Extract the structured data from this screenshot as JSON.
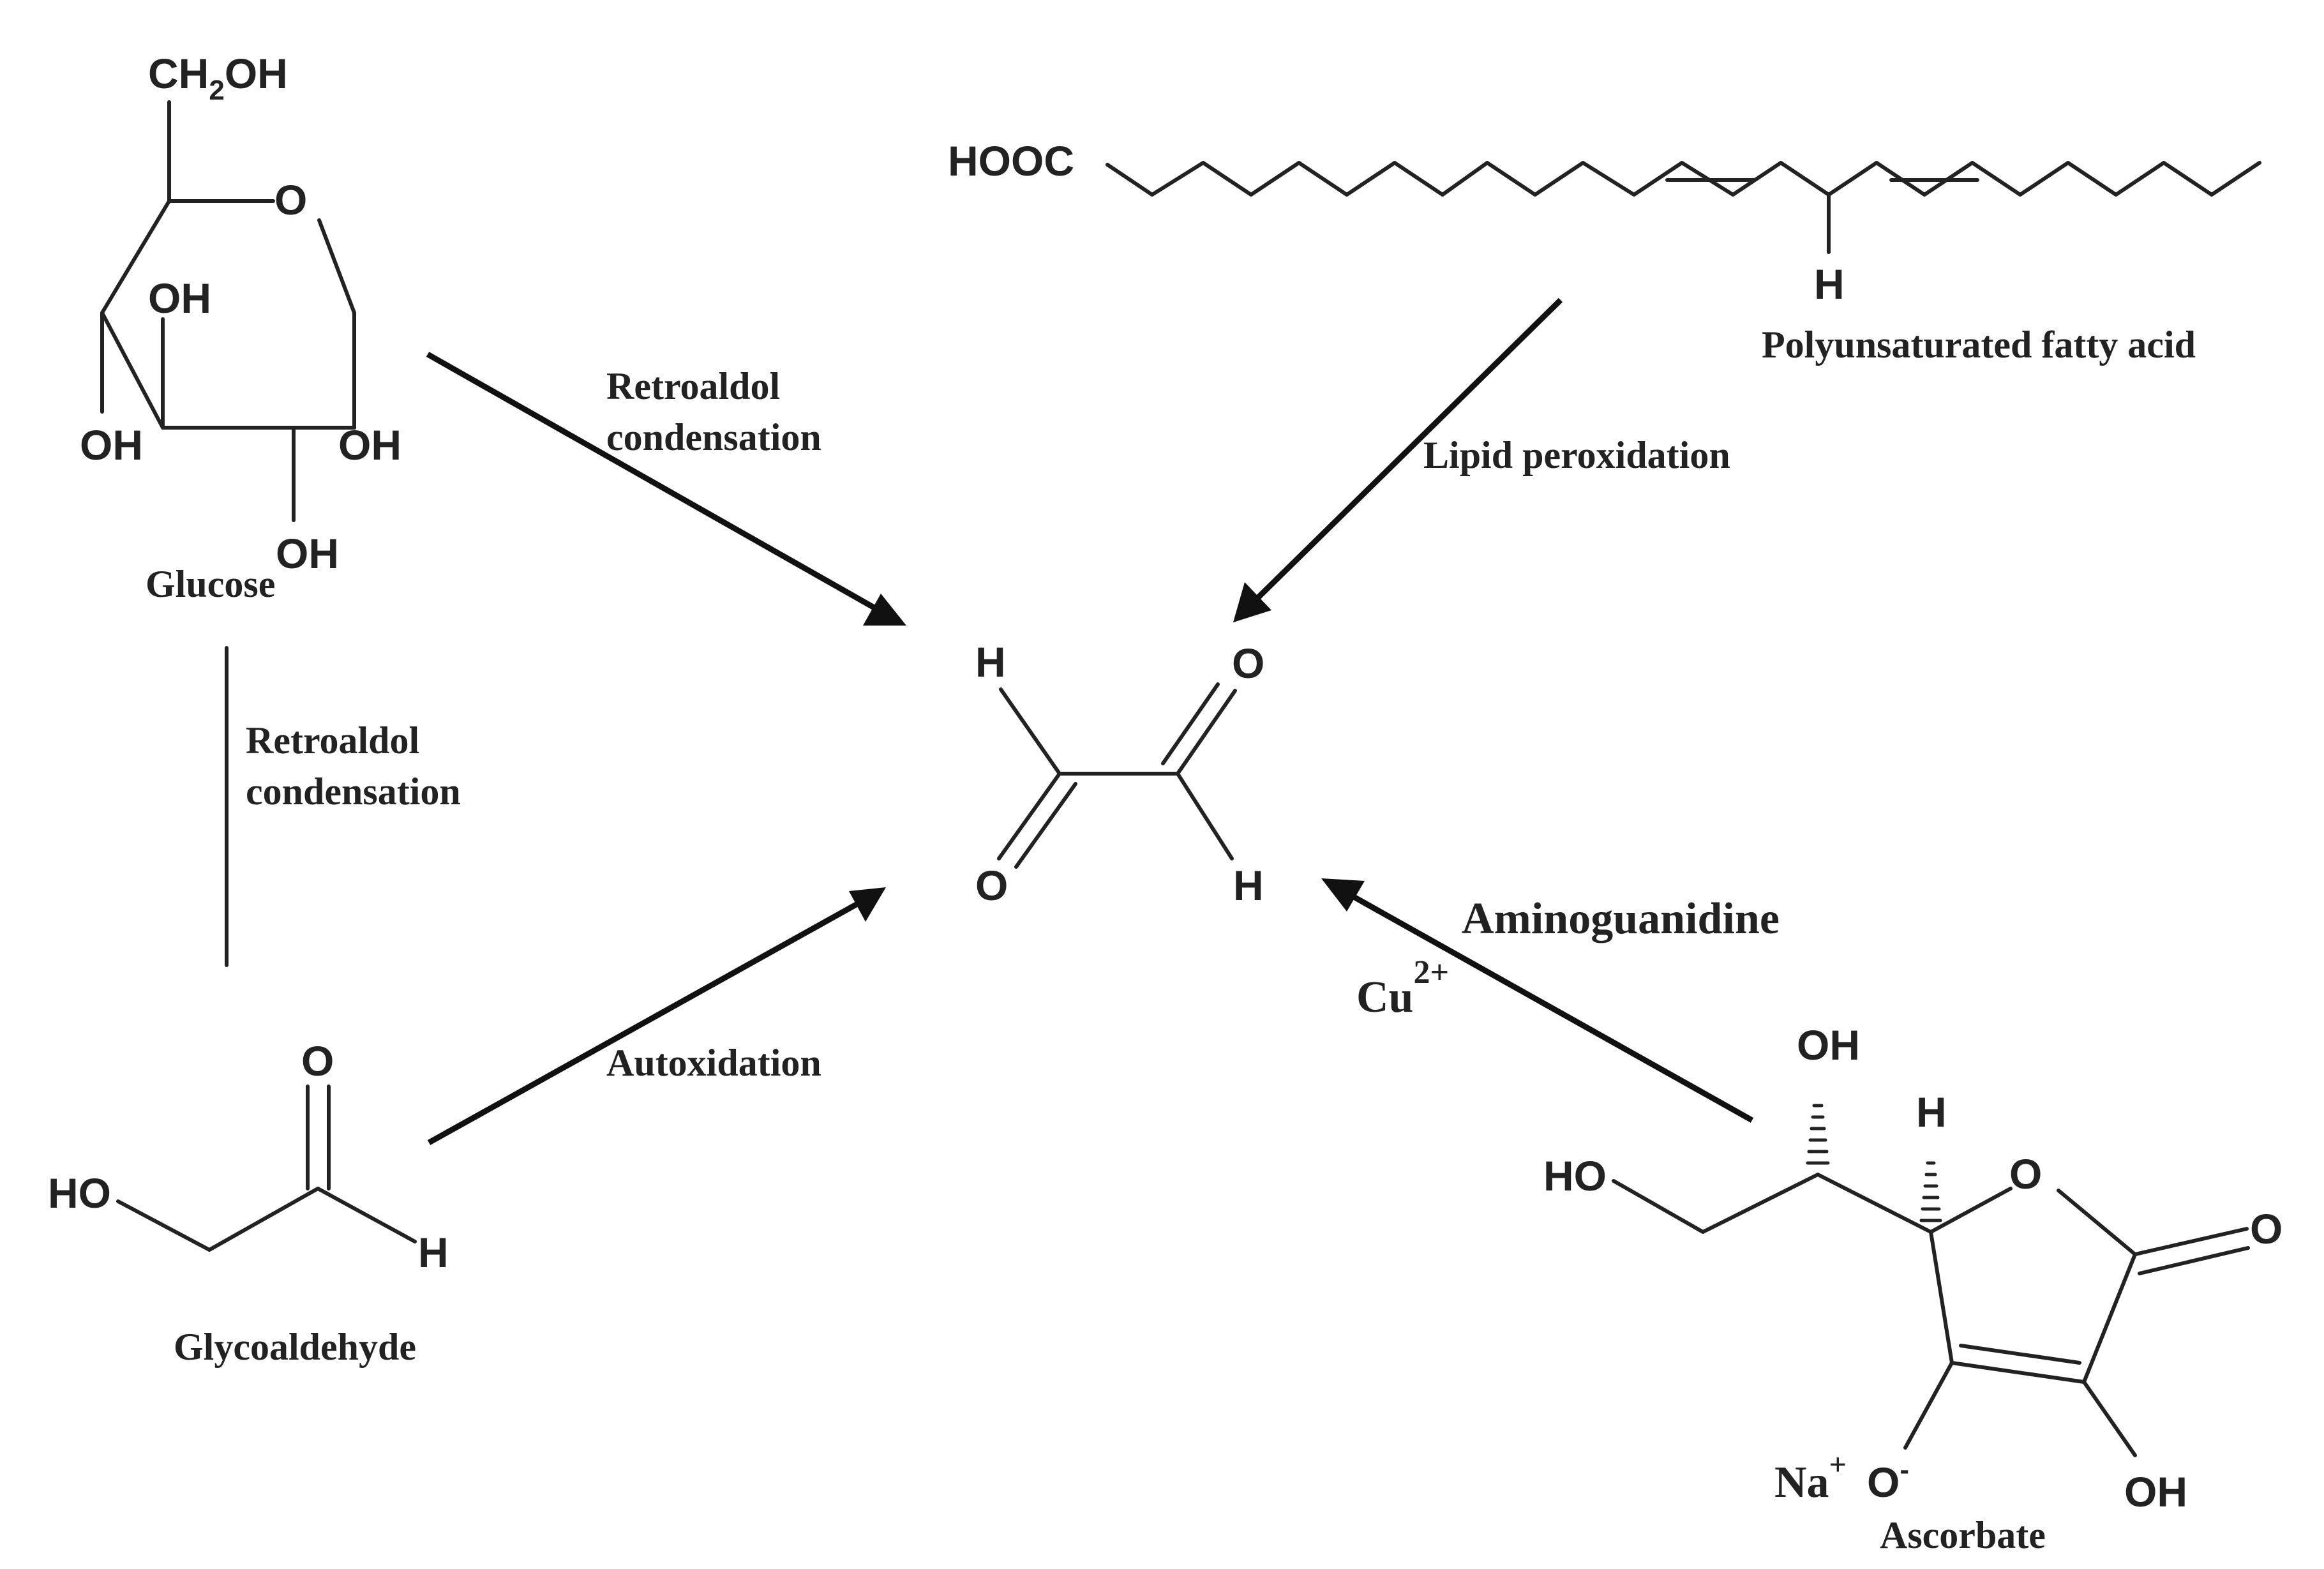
{
  "atoms": {
    "ch2": "CH",
    "ch2_sub": "2",
    "ch2_oh": "OH",
    "o": "O",
    "oh": "OH",
    "h": "H",
    "ho": "HO",
    "hooc": "HOOC"
  },
  "labels": {
    "glucose": "Glucose",
    "glycoaldehyde": "Glycoaldehyde",
    "pufa": "Polyunsaturated fatty acid",
    "ascorbate": "Ascorbate",
    "na": "Na",
    "plus": "+",
    "minus": "-",
    "cu": "Cu",
    "cu_charge": "2+"
  },
  "reactions": {
    "retroaldol_1": "Retroaldol",
    "retroaldol_2": "condensation",
    "retroaldol_b1": "Retroaldol",
    "retroaldol_b2": "condensation",
    "lipid": "Lipid peroxidation",
    "autoxidation": "Autoxidation",
    "aminoguanidine": "Aminoguanidine"
  },
  "colors": {
    "ink": "#222222",
    "background": "#ffffff"
  }
}
